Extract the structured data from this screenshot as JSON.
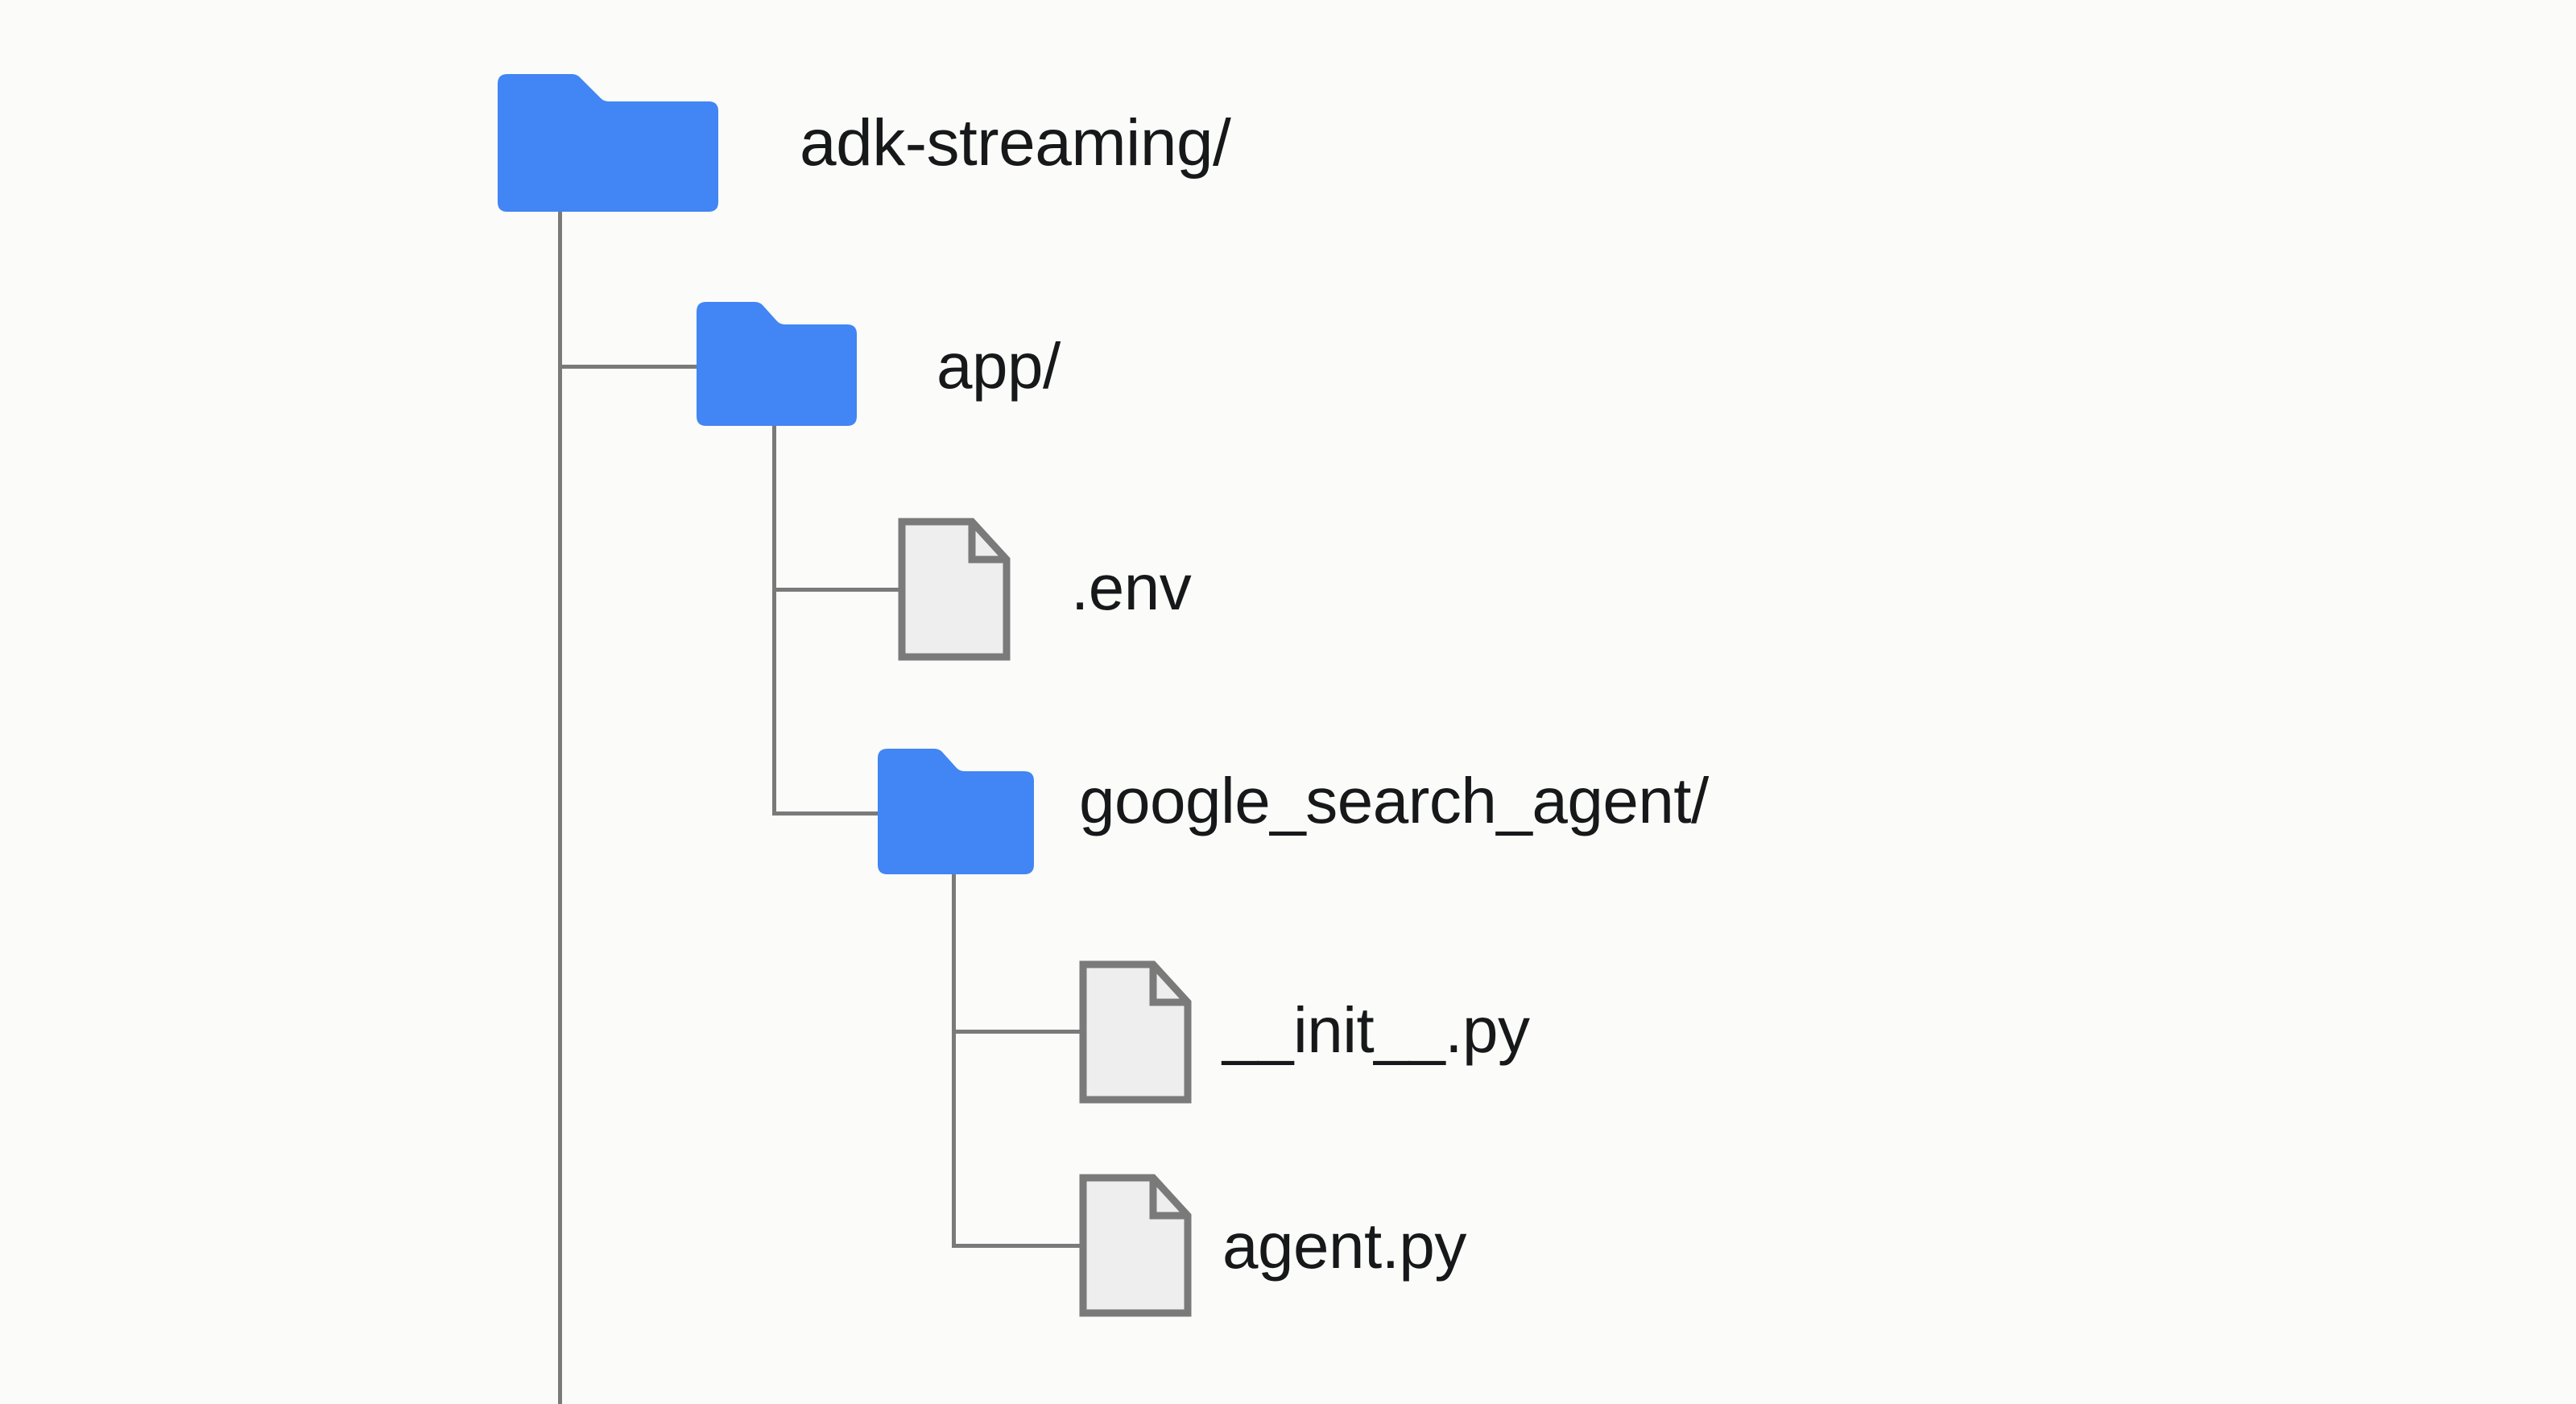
{
  "diagram": {
    "title": "Project directory structure tree",
    "background_color": "#fbfbf9",
    "folder_color": "#4285f4",
    "file_fill_color": "#eeeeee",
    "file_stroke_color": "#7a7a7a",
    "line_color": "#7a7a7a",
    "text_color": "#17181a"
  },
  "tree": {
    "root": {
      "name": "adk-streaming/",
      "type": "folder",
      "icon": "folder-icon",
      "depth": 0
    },
    "nodes": [
      {
        "id": "app",
        "name": "app/",
        "type": "folder",
        "icon": "folder-icon",
        "depth": 1,
        "parent": "adk-streaming/"
      },
      {
        "id": "env",
        "name": ".env",
        "type": "file",
        "icon": "file-icon",
        "depth": 2,
        "parent": "app/"
      },
      {
        "id": "google_search_agent",
        "name": "google_search_agent/",
        "type": "folder",
        "icon": "folder-icon",
        "depth": 2,
        "parent": "app/"
      },
      {
        "id": "init_py",
        "name": "__init__.py",
        "type": "file",
        "icon": "file-icon",
        "depth": 3,
        "parent": "google_search_agent/"
      },
      {
        "id": "agent_py",
        "name": "agent.py",
        "type": "file",
        "icon": "file-icon",
        "depth": 3,
        "parent": "google_search_agent/"
      }
    ]
  }
}
